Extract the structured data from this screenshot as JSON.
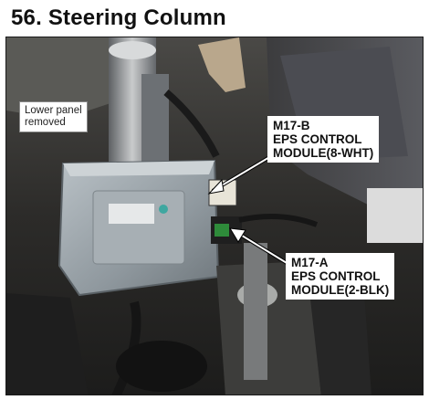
{
  "title": "56. Steering Column",
  "note": {
    "lines": [
      "Lower panel",
      "removed"
    ]
  },
  "callout_b": {
    "lines": [
      "M17-B",
      "EPS CONTROL",
      "MODULE(8-WHT)"
    ]
  },
  "callout_a": {
    "lines": [
      "M17-A",
      "EPS CONTROL",
      "MODULE(2-BLK)"
    ]
  },
  "colors": {
    "housing": "#9aa3a9",
    "connector_green": "#2e8b3a",
    "background_dark": "#2a2a28"
  }
}
